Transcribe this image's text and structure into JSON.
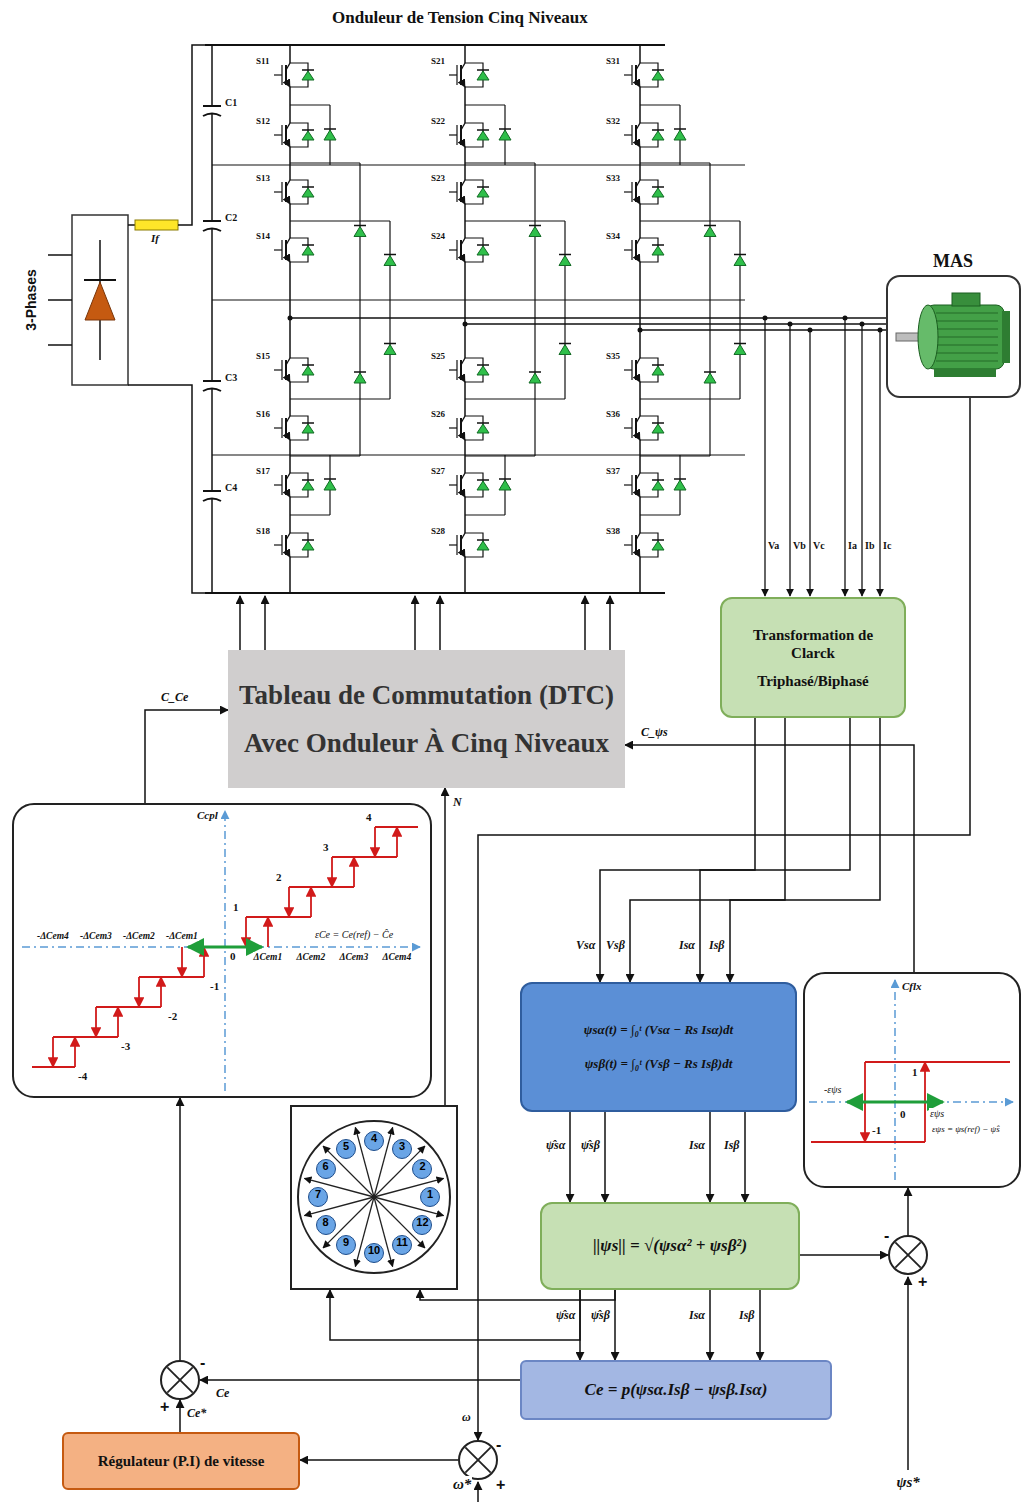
{
  "diagram": {
    "title": "Onduleur de Tension Cinq Niveaux",
    "nodes": [
      {
        "text": [
          "MAS"
        ]
      },
      {
        "text": [
          "Transformation de Clarck",
          "Triphasé/Biphasé"
        ]
      },
      {
        "text": [
          "Tableau de Commutation (DTC)",
          "Avec Onduleur À Cinq Niveaux"
        ]
      },
      {
        "text": [
          "Ccpl",
          "4",
          "3",
          "2",
          "1",
          "0",
          "-1",
          "-2",
          "-3",
          "-4",
          "-ΔCem4",
          "-ΔCem3",
          "-ΔCem2",
          "-ΔCem1",
          "ΔCem1",
          "ΔCem2",
          "ΔCem3",
          "ΔCem4",
          "εCe = Ce(ref) − Ĉe"
        ]
      },
      {
        "text": [
          "ψsα(t) = ∫₀ᵗ (Vsα − Rs Isα)dt",
          "ψsβ(t) = ∫₀ᵗ (Vsβ − Rs Isβ)dt"
        ]
      },
      {
        "text": [
          "Cflx",
          "1",
          "0",
          "-1",
          "-εψs",
          "εψs",
          "εψs = ψs(ref) − ψ̂s"
        ]
      },
      {
        "text": [
          "1",
          "2",
          "3",
          "4",
          "5",
          "6",
          "7",
          "8",
          "9",
          "10",
          "11",
          "12"
        ]
      },
      {
        "text": [
          "||ψs|| = √(ψsα² + ψsβ²)"
        ]
      },
      {
        "text": [
          "-",
          "+"
        ]
      },
      {
        "text": [
          "-",
          "+"
        ]
      },
      {
        "text": [
          "Ce = p(ψsα.Isβ − ψsβ.Isα)"
        ]
      },
      {
        "text": [
          "-",
          "+"
        ]
      },
      {
        "text": [
          "Régulateur (P.I) de vitesse"
        ]
      }
    ],
    "edges": [
      {
        "from": 1,
        "to": 4,
        "arrow": "to",
        "label": "Vsα"
      },
      {
        "from": 1,
        "to": 4,
        "arrow": "to",
        "label": "Vsβ"
      },
      {
        "from": 1,
        "to": 4,
        "arrow": "to",
        "label": "Isα"
      },
      {
        "from": 1,
        "to": 4,
        "arrow": "to",
        "label": "Isβ"
      },
      {
        "from": 5,
        "to": 2,
        "arrow": "to",
        "label": "C_ψs"
      },
      {
        "from": 3,
        "to": 2,
        "arrow": "to",
        "label": "C_Ce"
      },
      {
        "from": 6,
        "to": 2,
        "arrow": "to",
        "label": "N"
      },
      {
        "from": 4,
        "to": 7,
        "arrow": "to",
        "label": "ψ̂sα"
      },
      {
        "from": 4,
        "to": 7,
        "arrow": "to",
        "label": "ψ̂sβ"
      },
      {
        "from": 4,
        "to": 7,
        "arrow": "to",
        "label": "Isα"
      },
      {
        "from": 4,
        "to": 7,
        "arrow": "to",
        "label": "Isβ"
      },
      {
        "from": 7,
        "to": 10,
        "arrow": "to",
        "label": "ψ̂sα"
      },
      {
        "from": 7,
        "to": 10,
        "arrow": "to",
        "label": "ψ̂sβ"
      },
      {
        "from": 7,
        "to": 10,
        "arrow": "to",
        "label": "Isα"
      },
      {
        "from": 7,
        "to": 10,
        "arrow": "to",
        "label": "Isβ"
      },
      {
        "from": 7,
        "to": 6,
        "arrow": "to"
      },
      {
        "from": 7,
        "to": 6,
        "arrow": "to"
      },
      {
        "from": 7,
        "to": 8,
        "arrow": "to"
      },
      {
        "from": 8,
        "to": 5,
        "arrow": "to"
      },
      {
        "from": 10,
        "to": 9,
        "arrow": "to",
        "label": "Ce"
      },
      {
        "from": 12,
        "to": 9,
        "arrow": "to",
        "label": "Ce*"
      },
      {
        "from": 9,
        "to": 3,
        "arrow": "to"
      },
      {
        "from": 11,
        "to": 12,
        "arrow": "to"
      },
      {
        "from": 0,
        "to": 11,
        "arrow": "to",
        "label": "ω"
      }
    ],
    "labels": [
      "3-Phases",
      "If",
      "C1",
      "C2",
      "C3",
      "C4",
      "S11",
      "S12",
      "S13",
      "S14",
      "S15",
      "S16",
      "S17",
      "S18",
      "S21",
      "S22",
      "S23",
      "S24",
      "S25",
      "S26",
      "S27",
      "S28",
      "S31",
      "S32",
      "S33",
      "S34",
      "S35",
      "S36",
      "S37",
      "S38",
      "Va",
      "Vb",
      "Vc",
      "Ia",
      "Ib",
      "Ic",
      "ψs*",
      "ω*"
    ]
  }
}
